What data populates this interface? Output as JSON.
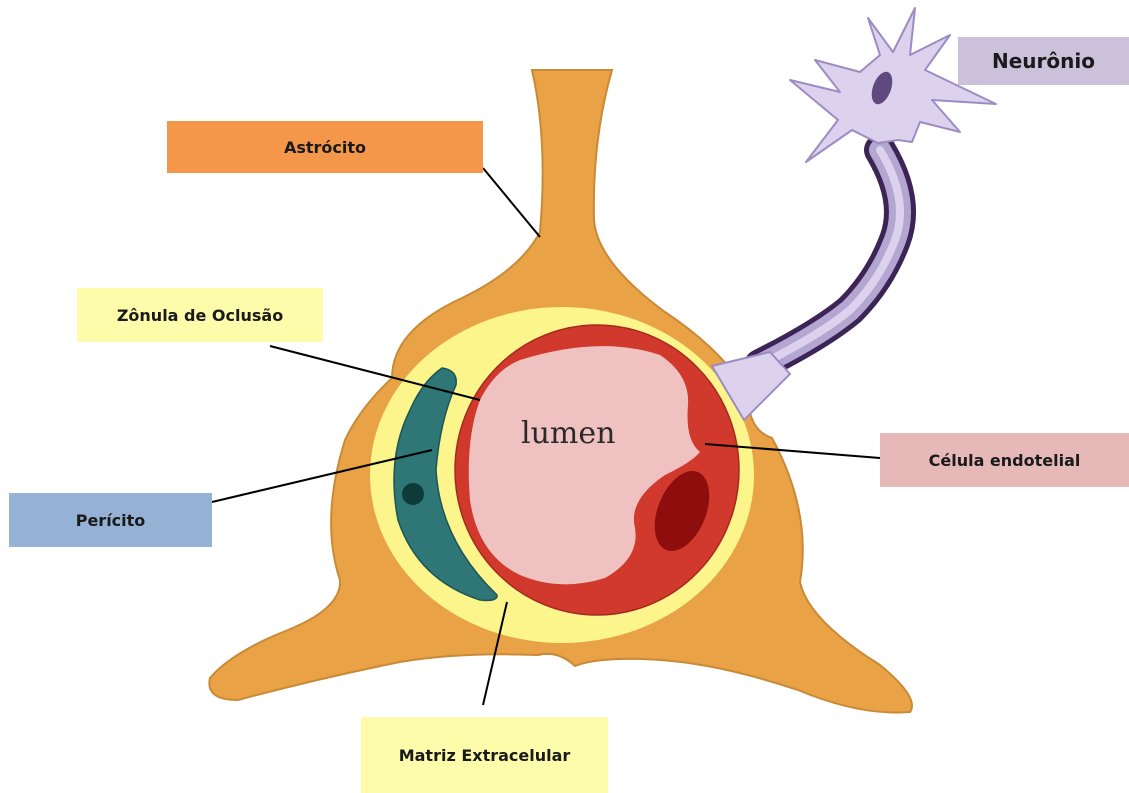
{
  "labels": {
    "astrocito": "Astrócito",
    "zonula": "Zônula de Oclusão",
    "pericito": "Perícito",
    "neuronio": "Neurônio",
    "celula_endotelial": "Célula endotelial",
    "matriz": "Matriz Extracelular",
    "lumen": "lumen"
  },
  "colors": {
    "astrocyte": "#e9a245",
    "astrocyte_outline": "#c98a38",
    "basement_membrane": "#fbf58c",
    "endothelium": "#d0392b",
    "lumen": "#efc2c1",
    "nucleus": "#8e0d0d",
    "pericyte": "#2f7676",
    "pericyte_nucleus": "#0f3a3a",
    "neuron": "#dcd2ee",
    "neuron_outline": "#b3a6d1",
    "myelin": "#3c2556",
    "astrocito_box": "#f4974a",
    "zonula_box": "#fdfcaa",
    "pericito_box": "#95b2d4",
    "neuronio_box": "#ccc1da",
    "celula_box": "#e6b9b8",
    "matriz_box": "#fdfcaa"
  }
}
